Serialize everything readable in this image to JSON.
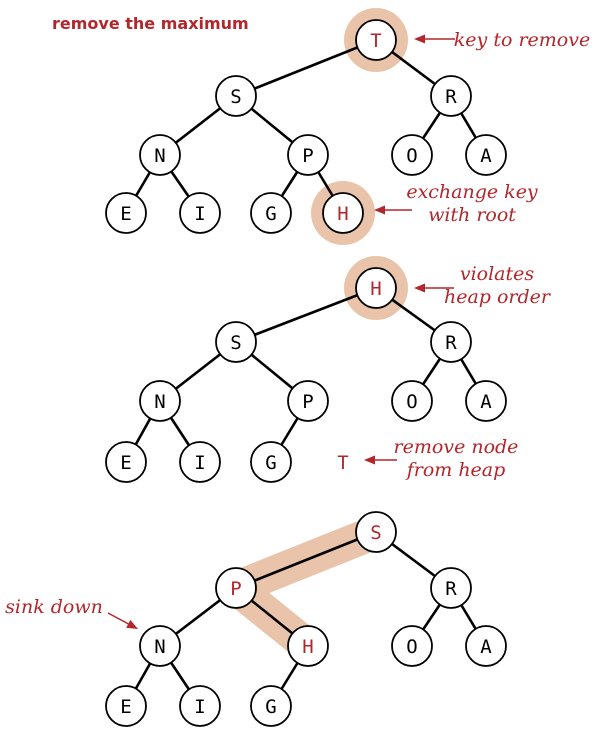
{
  "title": "remove the maximum",
  "colors": {
    "accent": "#b3262b",
    "highlight": "#eac4aa",
    "stroke": "#000000",
    "fill": "#ffffff"
  },
  "panels": [
    {
      "id": "step1",
      "nodes": [
        {
          "id": "T",
          "label": "T",
          "parent": null,
          "red": true,
          "ring": true
        },
        {
          "id": "S",
          "label": "S",
          "parent": "T"
        },
        {
          "id": "R",
          "label": "R",
          "parent": "T"
        },
        {
          "id": "N",
          "label": "N",
          "parent": "S"
        },
        {
          "id": "P",
          "label": "P",
          "parent": "S"
        },
        {
          "id": "O",
          "label": "O",
          "parent": "R"
        },
        {
          "id": "A",
          "label": "A",
          "parent": "R"
        },
        {
          "id": "E",
          "label": "E",
          "parent": "N"
        },
        {
          "id": "I",
          "label": "I",
          "parent": "N"
        },
        {
          "id": "G",
          "label": "G",
          "parent": "P"
        },
        {
          "id": "H",
          "label": "H",
          "parent": "P",
          "red": true,
          "ring": true
        }
      ],
      "highlight_path": [],
      "annotations": [
        {
          "lines": [
            "key to remove"
          ],
          "target": "T"
        },
        {
          "lines": [
            "exchange key",
            "with root"
          ],
          "target": "H"
        }
      ]
    },
    {
      "id": "step2",
      "nodes": [
        {
          "id": "H",
          "label": "H",
          "parent": null,
          "red": true,
          "ring": true
        },
        {
          "id": "S",
          "label": "S",
          "parent": "H"
        },
        {
          "id": "R",
          "label": "R",
          "parent": "H"
        },
        {
          "id": "N",
          "label": "N",
          "parent": "S"
        },
        {
          "id": "P",
          "label": "P",
          "parent": "S"
        },
        {
          "id": "O",
          "label": "O",
          "parent": "R"
        },
        {
          "id": "A",
          "label": "A",
          "parent": "R"
        },
        {
          "id": "E",
          "label": "E",
          "parent": "N"
        },
        {
          "id": "I",
          "label": "I",
          "parent": "N"
        },
        {
          "id": "G",
          "label": "G",
          "parent": "P"
        }
      ],
      "removed_key": "T",
      "highlight_path": [],
      "annotations": [
        {
          "lines": [
            "violates",
            "heap order"
          ],
          "target": "H"
        },
        {
          "lines": [
            "remove node",
            "from heap"
          ],
          "target": "removed"
        }
      ]
    },
    {
      "id": "step3",
      "nodes": [
        {
          "id": "S",
          "label": "S",
          "parent": null,
          "red": true
        },
        {
          "id": "P",
          "label": "P",
          "parent": "S",
          "red": true
        },
        {
          "id": "R",
          "label": "R",
          "parent": "S"
        },
        {
          "id": "N",
          "label": "N",
          "parent": "P"
        },
        {
          "id": "H",
          "label": "H",
          "parent": "P",
          "red": true
        },
        {
          "id": "O",
          "label": "O",
          "parent": "R"
        },
        {
          "id": "A",
          "label": "A",
          "parent": "R"
        },
        {
          "id": "E",
          "label": "E",
          "parent": "N"
        },
        {
          "id": "I",
          "label": "I",
          "parent": "N"
        },
        {
          "id": "G",
          "label": "G",
          "parent": "H"
        }
      ],
      "highlight_path": [
        "S",
        "P",
        "H"
      ],
      "annotations": [
        {
          "lines": [
            "sink down"
          ],
          "target": "N"
        }
      ]
    }
  ]
}
